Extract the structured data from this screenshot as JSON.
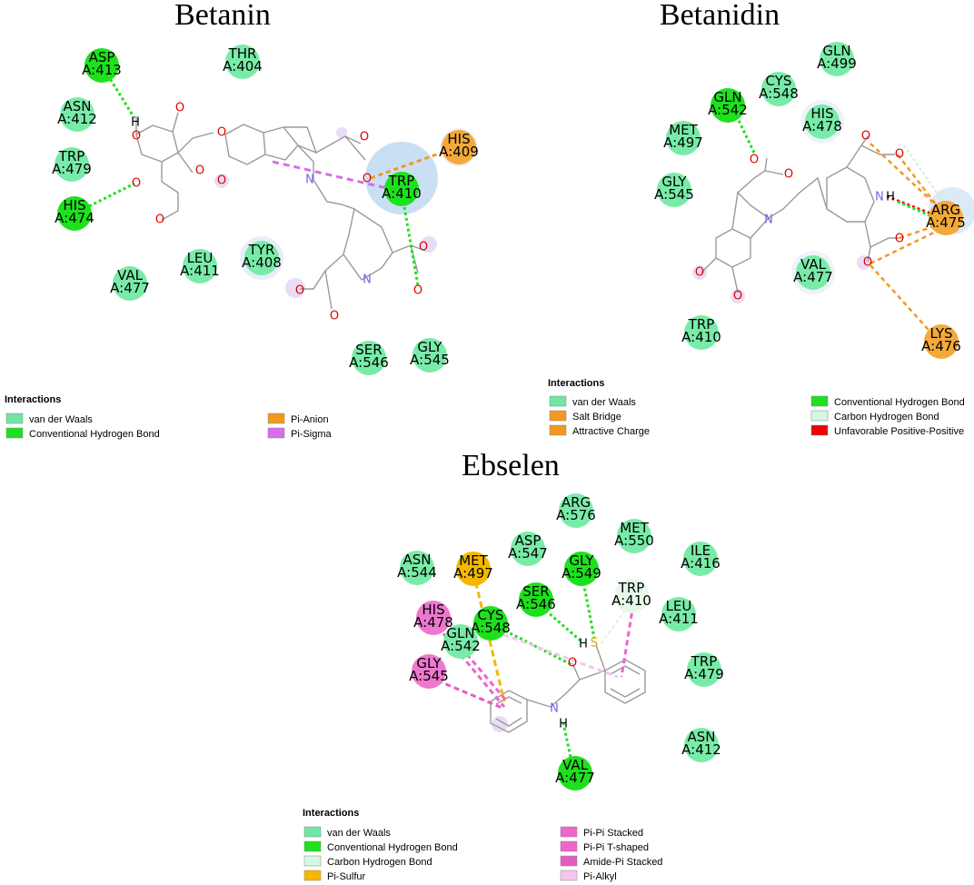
{
  "colors": {
    "van_der_waals": "#6fe6a4",
    "conventional_h_bond": "#1fe01f",
    "carbon_h_bond": "#d6f7e0",
    "salt_bridge": "#f2981e",
    "attractive_charge": "#f2981e",
    "pi_anion": "#f2981e",
    "pi_sigma": "#d66ee8",
    "unfavorable_pos_pos": "#f00000",
    "pi_sulfur": "#f4b800",
    "pi_pi_stacked": "#ef65c9",
    "pi_pi_tshaped": "#ef65c9",
    "amide_pi_stacked": "#e55cc0",
    "pi_alkyl": "#f5c6ef",
    "vdw_circle": "#79eba8",
    "hb_circle": "#1ee11e",
    "orange_circle": "#f4a93a",
    "pink_circle": "#ee78cf"
  },
  "panels": [
    {
      "id": "betanin",
      "title": "Betanin",
      "residues": [
        {
          "name": "ASP",
          "num": "A:413",
          "type": "hb"
        },
        {
          "name": "THR",
          "num": "A:404",
          "type": "vdw"
        },
        {
          "name": "ASN",
          "num": "A:412",
          "type": "vdw"
        },
        {
          "name": "TRP",
          "num": "A:479",
          "type": "vdw"
        },
        {
          "name": "HIS",
          "num": "A:474",
          "type": "hb"
        },
        {
          "name": "HIS",
          "num": "A:409",
          "type": "orange"
        },
        {
          "name": "TRP",
          "num": "A:410",
          "type": "hb"
        },
        {
          "name": "LEU",
          "num": "A:411",
          "type": "vdw"
        },
        {
          "name": "TYR",
          "num": "A:408",
          "type": "vdw"
        },
        {
          "name": "VAL",
          "num": "A:477",
          "type": "vdw"
        },
        {
          "name": "SER",
          "num": "A:546",
          "type": "vdw"
        },
        {
          "name": "GLY",
          "num": "A:545",
          "type": "vdw"
        }
      ],
      "atoms": [
        "H",
        "O",
        "O",
        "O",
        "O",
        "O",
        "O",
        "O",
        "O",
        "O",
        "O",
        "O",
        "O",
        "O",
        "N",
        "N"
      ],
      "legend": {
        "title": "Interactions",
        "items": [
          {
            "label": "van der Waals",
            "color": "#6fe6a4"
          },
          {
            "label": "Conventional Hydrogen Bond",
            "color": "#1fe01f"
          },
          {
            "label": "Pi-Anion",
            "color": "#f2981e"
          },
          {
            "label": "Pi-Sigma",
            "color": "#d66ee8"
          }
        ]
      }
    },
    {
      "id": "betanidin",
      "title": "Betanidin",
      "residues": [
        {
          "name": "GLN",
          "num": "A:499",
          "type": "vdw"
        },
        {
          "name": "CYS",
          "num": "A:548",
          "type": "vdw"
        },
        {
          "name": "GLN",
          "num": "A:542",
          "type": "hb"
        },
        {
          "name": "HIS",
          "num": "A:478",
          "type": "vdw"
        },
        {
          "name": "MET",
          "num": "A:497",
          "type": "vdw"
        },
        {
          "name": "GLY",
          "num": "A:545",
          "type": "vdw"
        },
        {
          "name": "ARG",
          "num": "A:475",
          "type": "orange"
        },
        {
          "name": "VAL",
          "num": "A:477",
          "type": "vdw"
        },
        {
          "name": "TRP",
          "num": "A:410",
          "type": "vdw"
        },
        {
          "name": "LYS",
          "num": "A:476",
          "type": "orange"
        }
      ],
      "atoms": [
        "O",
        "O",
        "O",
        "O",
        "O",
        "O",
        "O",
        "O",
        "N",
        "N",
        "H"
      ],
      "legend": {
        "title": "Interactions",
        "items": [
          {
            "label": "van der Waals",
            "color": "#6fe6a4"
          },
          {
            "label": "Salt Bridge",
            "color": "#f2981e"
          },
          {
            "label": "Attractive Charge",
            "color": "#f2981e"
          },
          {
            "label": "Conventional Hydrogen Bond",
            "color": "#1fe01f"
          },
          {
            "label": "Carbon Hydrogen Bond",
            "color": "#d6f7e0"
          },
          {
            "label": "Unfavorable Positive-Positive",
            "color": "#f00000"
          }
        ]
      }
    },
    {
      "id": "ebselen",
      "title": "Ebselen",
      "residues": [
        {
          "name": "ARG",
          "num": "A:576",
          "type": "vdw"
        },
        {
          "name": "MET",
          "num": "A:550",
          "type": "vdw"
        },
        {
          "name": "ASP",
          "num": "A:547",
          "type": "vdw"
        },
        {
          "name": "ASN",
          "num": "A:544",
          "type": "vdw"
        },
        {
          "name": "MET",
          "num": "A:497",
          "type": "yellow"
        },
        {
          "name": "GLY",
          "num": "A:549",
          "type": "hb"
        },
        {
          "name": "ILE",
          "num": "A:416",
          "type": "vdw"
        },
        {
          "name": "TRP",
          "num": "A:410",
          "type": "pale"
        },
        {
          "name": "SER",
          "num": "A:546",
          "type": "hb"
        },
        {
          "name": "HIS",
          "num": "A:478",
          "type": "pink"
        },
        {
          "name": "CYS",
          "num": "A:548",
          "type": "hb"
        },
        {
          "name": "LEU",
          "num": "A:411",
          "type": "vdw"
        },
        {
          "name": "GLN",
          "num": "A:542",
          "type": "vdw"
        },
        {
          "name": "GLY",
          "num": "A:545",
          "type": "pink"
        },
        {
          "name": "TRP",
          "num": "A:479",
          "type": "vdw"
        },
        {
          "name": "ASN",
          "num": "A:412",
          "type": "vdw"
        },
        {
          "name": "VAL",
          "num": "A:477",
          "type": "hb"
        }
      ],
      "atoms": [
        "O",
        "N",
        "H",
        "H",
        "S"
      ],
      "legend": {
        "title": "Interactions",
        "items": [
          {
            "label": "van der Waals",
            "color": "#6fe6a4"
          },
          {
            "label": "Conventional Hydrogen Bond",
            "color": "#1fe01f"
          },
          {
            "label": "Carbon Hydrogen Bond",
            "color": "#d6f7e0"
          },
          {
            "label": "Pi-Sulfur",
            "color": "#f4b800"
          },
          {
            "label": "Pi-Pi Stacked",
            "color": "#ef65c9"
          },
          {
            "label": "Pi-Pi T-shaped",
            "color": "#ef65c9"
          },
          {
            "label": "Amide-Pi Stacked",
            "color": "#e55cc0"
          },
          {
            "label": "Pi-Alkyl",
            "color": "#f5c6ef"
          }
        ]
      }
    }
  ]
}
